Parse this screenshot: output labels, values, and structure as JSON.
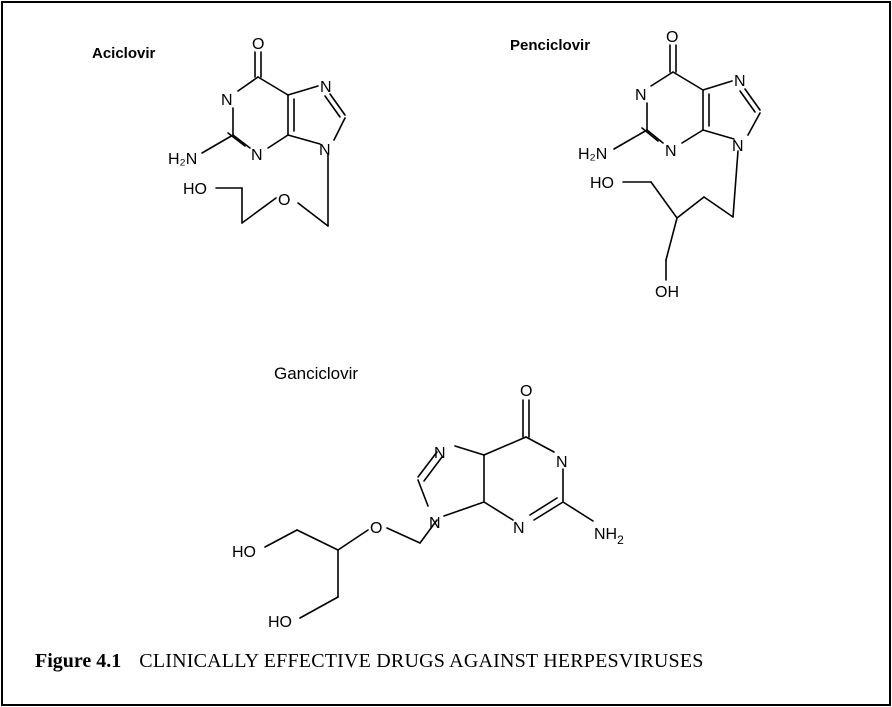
{
  "molecules": {
    "aciclovir": {
      "name": "Aciclovir",
      "atoms": {
        "o_carbonyl": "O",
        "n1": "N",
        "n7": "N",
        "n3": "N",
        "n9": "N",
        "nh2": "H₂N",
        "o_ether": "O",
        "ho": "HO"
      }
    },
    "penciclovir": {
      "name": "Penciclovir",
      "atoms": {
        "o_carbonyl": "O",
        "n1": "N",
        "n7": "N",
        "n3": "N",
        "n9": "N",
        "nh2": "H₂N",
        "ho_top": "HO",
        "oh_bottom": "OH"
      }
    },
    "ganciclovir": {
      "name": "Ganciclovir",
      "atoms": {
        "o_carbonyl": "O",
        "n7": "N",
        "n1": "N",
        "n9": "N",
        "n3": "N",
        "nh2_base": "NH",
        "nh2_sub": "2",
        "o_ether": "O",
        "ho_top": "HO",
        "ho_bottom": "HO"
      }
    }
  },
  "caption": {
    "figure_number": "Figure 4.1",
    "text": "CLINICALLY EFFECTIVE DRUGS AGAINST HERPESVIRUSES"
  }
}
